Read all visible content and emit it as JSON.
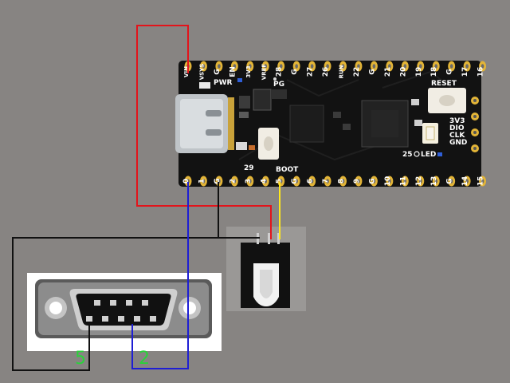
{
  "board": {
    "top_pins": [
      "VIN",
      "VSYS",
      "G",
      "EN",
      "3V3",
      "VREF",
      "28",
      "G",
      "27",
      "26",
      "RUN",
      "22",
      "G",
      "21",
      "20",
      "19",
      "18",
      "G",
      "17",
      "16"
    ],
    "bottom_pins": [
      "0",
      "1",
      "G",
      "2",
      "3",
      "4",
      "5",
      "G",
      "6",
      "7",
      "8",
      "9",
      "G",
      "10",
      "11",
      "12",
      "13",
      "G",
      "14",
      "15"
    ],
    "labels": {
      "pwr": "PWR",
      "pg": "PG",
      "reset": "RESET",
      "boot": "BOOT",
      "gpio29": "29",
      "led": "25",
      "led_word": "LED",
      "swd_3v3": "3V3",
      "swd_dio": "DIO",
      "swd_clk": "CLK",
      "swd_gnd": "GND"
    }
  },
  "db9": {
    "pin5": "5",
    "pin2": "2"
  },
  "colors": {
    "background": "#878482",
    "board": "#121212",
    "pad": "#e2b437",
    "wire_red": "#e3141b",
    "wire_blue": "#1e1ed4",
    "wire_yellow": "#ffe81a",
    "wire_black": "#111111",
    "pin_label": "#2bd13b"
  }
}
